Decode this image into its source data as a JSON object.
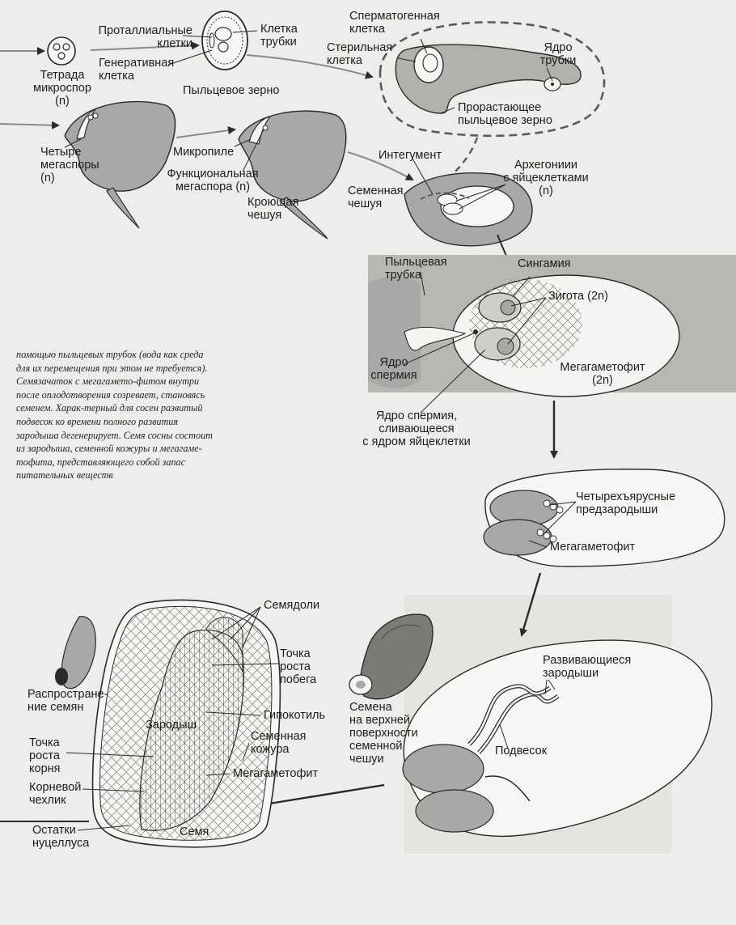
{
  "labels": {
    "tetrad": "Тетрада\nмикроспор\n(n)",
    "prothallial": "Проталлиальные\nклетки",
    "tube_cell": "Клетка\nтрубки",
    "generative": "Генеративная\nклетка",
    "pollen_grain": "Пыльцевое зерно",
    "spermatogenous": "Сперматогенная\nклетка",
    "sterile": "Стерильная\nклетка",
    "tube_nucleus": "Ядро\nтрубки",
    "germinating": "Прорастающее\nпыльцевое зерно",
    "four_megaspores": "Четыре\nмегаспоры\n(n)",
    "micropyle": "Микропиле",
    "functional": "Функциональная\nмегаспора (n)",
    "bract": "Кроющая\nчешуя",
    "seed_scale": "Семенная\nчешуя",
    "integument": "Интегумент",
    "archegonia": "Архегониии\nс яйцеклетками\n(n)",
    "pollen_tube": "Пыльцевая\nтрубка",
    "syngamy": "Сингамия",
    "zygote": "Зигота (2n)",
    "sperm_nucleus": "Ядро\nспермия",
    "megagametophyte_2n": "Мегагаметофит\n(2n)",
    "fusing": "Ядро спермия,\nсливающееся\nс ядром яйцеклетки",
    "four_tier": "Четырехъярусные\nпредзародыши",
    "megagametophyte": "Мегагаметофит",
    "developing": "Развивающиеся\nзародыши",
    "suspensor": "Подвесок",
    "cotyledons": "Семядоли",
    "shoot_apex": "Точка\nроста\nпобега",
    "hypocotyl": "Гипокотиль",
    "seed_coat": "Семенная\nкожура",
    "megagametophyte_seed": "Мегагаметофит",
    "embryo": "Зародыш",
    "root_apex": "Точка\nроста\nкорня",
    "root_cap": "Корневой\nчехлик",
    "nucellus": "Остатки\nнуцеллуса",
    "seed": "Семя",
    "dispersal": "Распростране-\nние семян",
    "seeds_on_scale": "Семена\nна верхней\nповерхности\nсеменной\nчешуи"
  },
  "caption": "помощью пыльцевых трубок (вода как среда для их перемещения при этом не требуется). Семязачаток с мегагамето-фитом внутри после оплодотворения созревает, становясь семенем. Харак-терный для сосен развитый подвесок ко времени полного развития зародыша дегенерирует. Семя сосны состоит из зародыша, семенной кожуры и мегагаме-тофита, представляющего собой запас питательных веществ",
  "colors": {
    "paper": "#ededeb",
    "tissue": "#a9a8a6",
    "ink": "#2a2a28"
  }
}
